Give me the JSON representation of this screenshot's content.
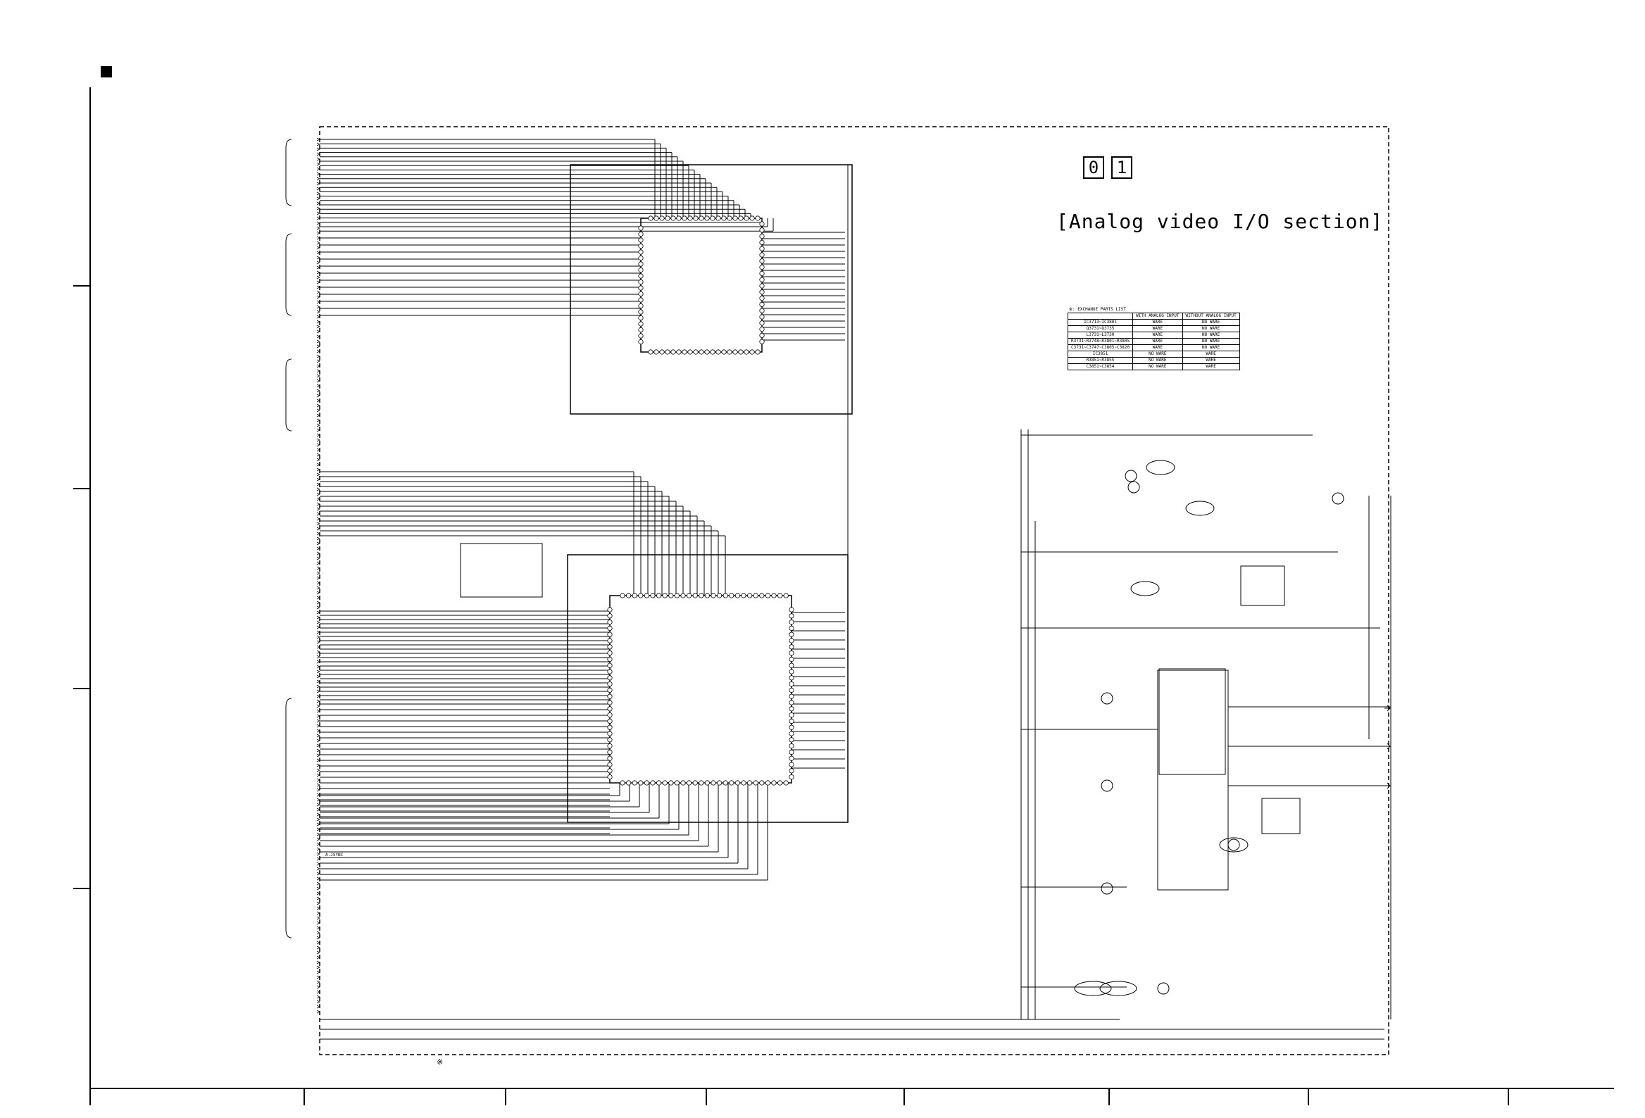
{
  "section": {
    "digits": [
      "0",
      "1"
    ],
    "title": "[Analog video I/O section]"
  },
  "parts_table": {
    "caption": "※: EXCHANGE PARTS LIST",
    "headers": [
      "",
      "WITH ANALOG INPUT",
      "WITHOUT ANALOG INPUT"
    ],
    "rows": [
      [
        "IC3713~IC3801",
        "WARE",
        "NO WARE"
      ],
      [
        "Q3731~Q3735",
        "WARE",
        "NO WARE"
      ],
      [
        "L3731~L3730",
        "WARE",
        "NO WARE"
      ],
      [
        "R3731~R3748~R3801~R3805",
        "WARE",
        "NO WARE"
      ],
      [
        "C3731~C3747~C3805~C3820",
        "WARE",
        "NO WARE"
      ],
      [
        "IC3851",
        "NO WARE",
        "WARE"
      ],
      [
        "R3851~R3855",
        "NO WARE",
        "WARE"
      ],
      [
        "C3851~C3854",
        "NO WARE",
        "WARE"
      ]
    ]
  },
  "labels": {
    "sync_label": "A.JSYNC",
    "footnote_symbol": "※"
  }
}
